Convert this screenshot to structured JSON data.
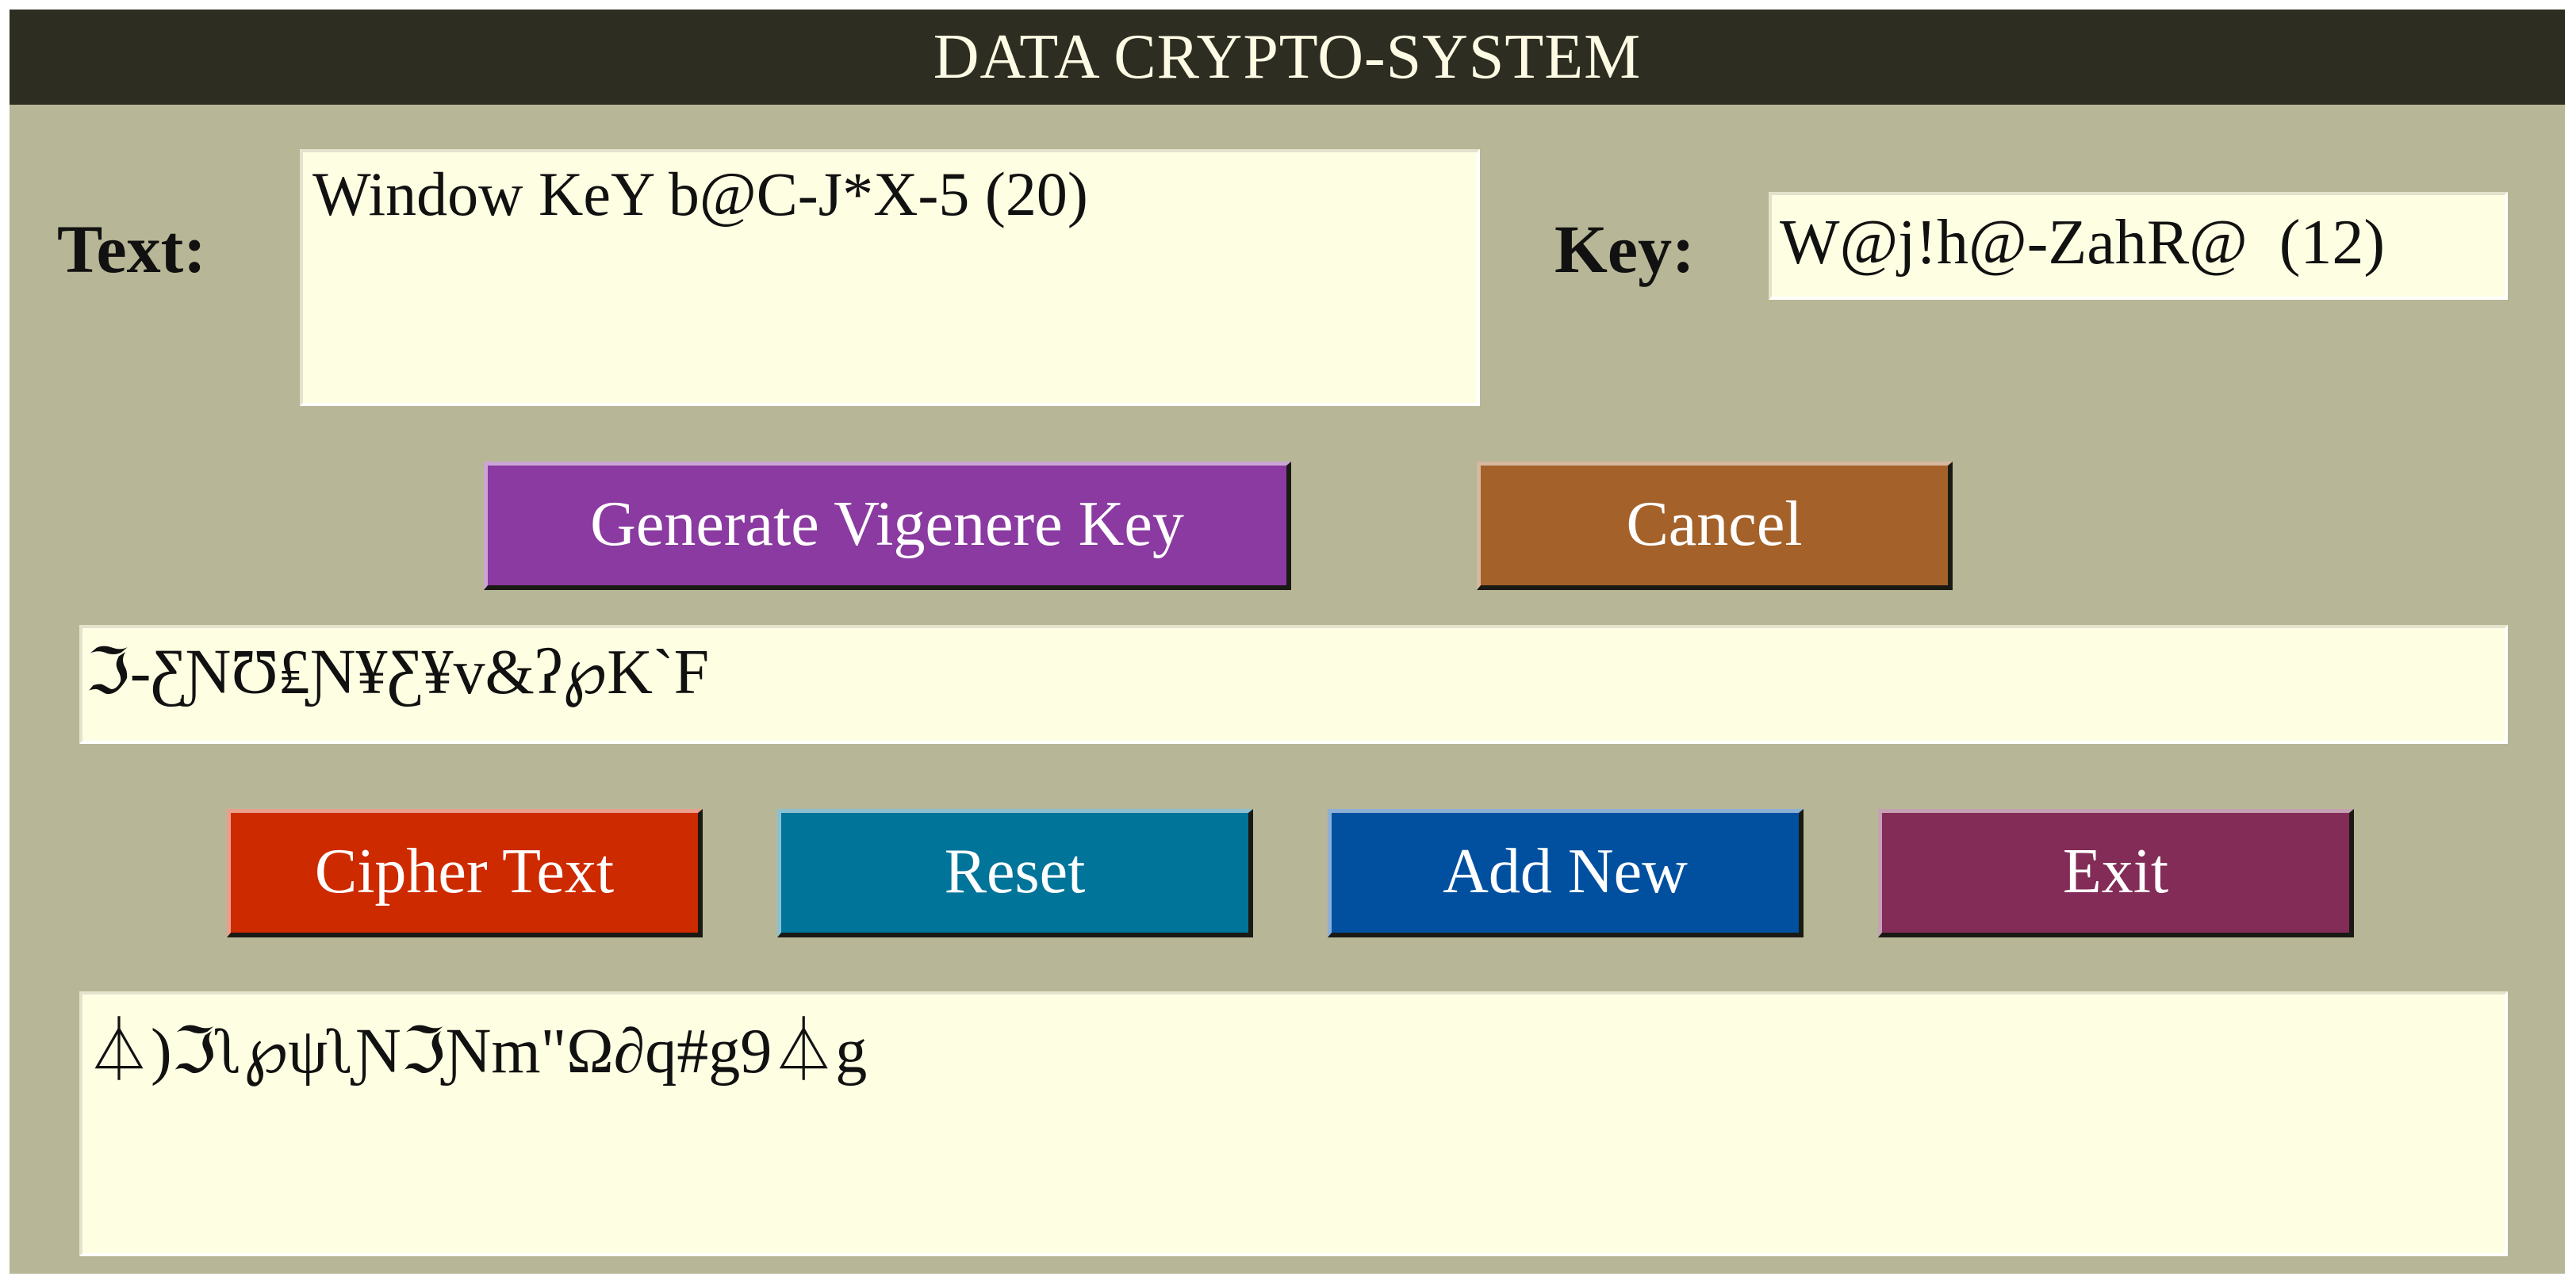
{
  "window": {
    "title": "DATA CRYPTO-SYSTEM"
  },
  "text_field": {
    "label": "Text:",
    "value": "Window KeY b@C-J*X-5 (20)"
  },
  "key_field": {
    "label": "Key:",
    "value": "W@j!h@-ZahR@  (12)"
  },
  "buttons": {
    "generate": "Generate Vigenere Key",
    "cancel": "Cancel",
    "cipher": "Cipher Text",
    "reset": "Reset",
    "add_new": "Add New",
    "exit": "Exit"
  },
  "vigenere_key_output": {
    "value": "ℑ-ƸƝƱ₤Ɲ¥Ƹ¥v&ʔ℘K`F"
  },
  "cipher_output": {
    "value": "⏃)ℑʅ℘ψʅƝℑƝm\"Ω∂q#g9⏃g"
  },
  "colors": {
    "title_bar": "#2e2d22",
    "background": "#b7b696",
    "field_background": "#fefee2",
    "generate_button": "#8a3aa0",
    "cancel_button": "#a4622a",
    "cipher_button": "#ce2a00",
    "reset_button": "#017499",
    "add_new_button": "#0150a0",
    "exit_button": "#822c57"
  }
}
